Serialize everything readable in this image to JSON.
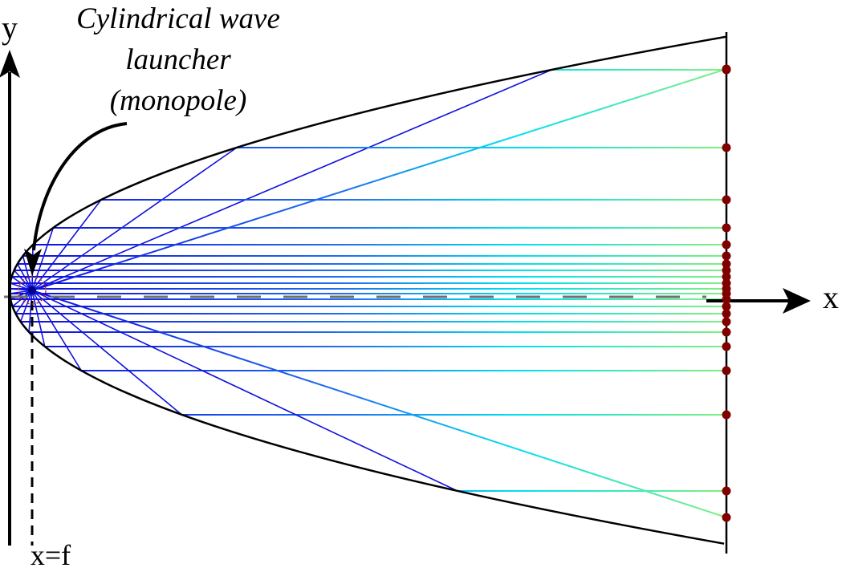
{
  "labels": {
    "y_axis": "y",
    "x_axis": "x",
    "launcher_line1": "Cylindrical wave",
    "launcher_line2": "launcher",
    "launcher_line3": "(monopole)",
    "focus": "x=f"
  },
  "colors": {
    "ray_near": "#1010dd",
    "ray_mid": "#00e0f0",
    "ray_far": "#80f080",
    "probe_dot": "#800000",
    "reflector": "#000000",
    "axis_line": "#707070"
  }
}
